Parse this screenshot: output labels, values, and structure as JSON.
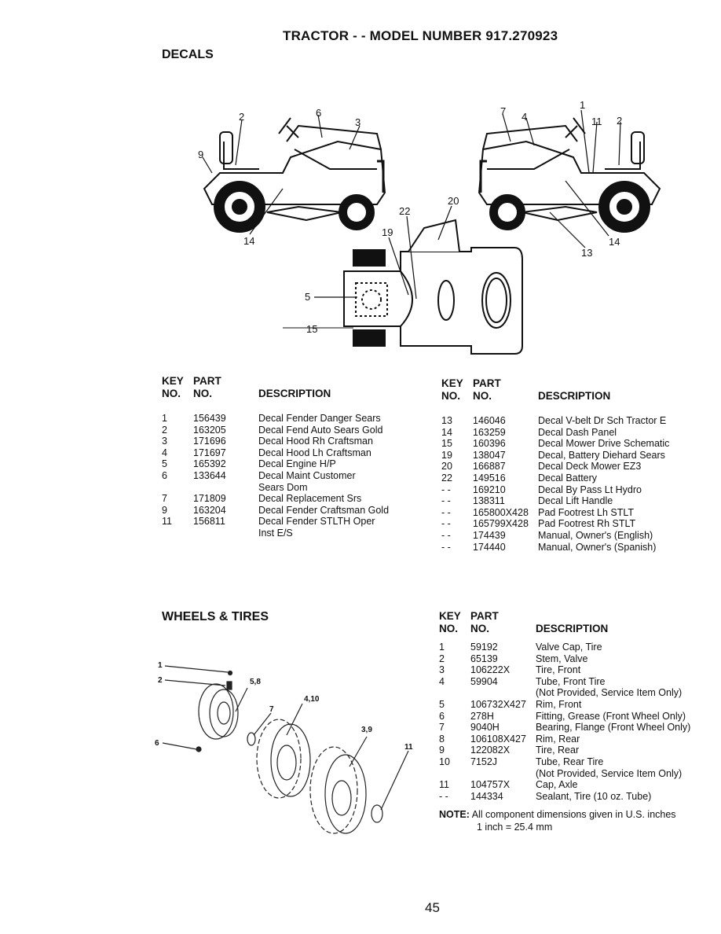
{
  "page_title": "TRACTOR - - MODEL NUMBER 917.270923",
  "decals": {
    "heading": "DECALS",
    "header": {
      "key": "KEY",
      "part": "PART",
      "no1": "NO.",
      "no2": "NO.",
      "desc": "DESCRIPTION"
    },
    "callouts": {
      "left_view": [
        "2",
        "6",
        "3",
        "9",
        "14"
      ],
      "right_view": [
        "7",
        "4",
        "1",
        "11",
        "2",
        "14",
        "13"
      ],
      "top_view": [
        "20",
        "22",
        "19",
        "5",
        "15"
      ]
    },
    "left_rows": [
      {
        "key": "1",
        "part": "156439",
        "desc": "Decal Fender Danger Sears"
      },
      {
        "key": "2",
        "part": "163205",
        "desc": "Decal Fend Auto Sears Gold"
      },
      {
        "key": "3",
        "part": "171696",
        "desc": "Decal Hood Rh Craftsman"
      },
      {
        "key": "4",
        "part": "171697",
        "desc": "Decal Hood Lh Craftsman"
      },
      {
        "key": "5",
        "part": "165392",
        "desc": "Decal Engine H/P"
      },
      {
        "key": "6",
        "part": "133644",
        "desc": "Decal Maint Customer"
      },
      {
        "key": "",
        "part": "",
        "desc": "Sears Dom"
      },
      {
        "key": "7",
        "part": "171809",
        "desc": "Decal Replacement Srs"
      },
      {
        "key": "9",
        "part": "163204",
        "desc": "Decal Fender Craftsman Gold"
      },
      {
        "key": "11",
        "part": "156811",
        "desc": "Decal Fender STLTH Oper"
      },
      {
        "key": "",
        "part": "",
        "desc": "Inst E/S"
      }
    ],
    "right_rows": [
      {
        "key": "13",
        "part": "146046",
        "desc": "Decal V-belt Dr Sch Tractor E"
      },
      {
        "key": "14",
        "part": "163259",
        "desc": "Decal Dash Panel"
      },
      {
        "key": "15",
        "part": "160396",
        "desc": "Decal Mower Drive Schematic"
      },
      {
        "key": "19",
        "part": "138047",
        "desc": "Decal, Battery Diehard Sears"
      },
      {
        "key": "20",
        "part": "166887",
        "desc": "Decal Deck Mower EZ3"
      },
      {
        "key": "22",
        "part": "149516",
        "desc": "Decal Battery"
      },
      {
        "key": "- -",
        "part": "169210",
        "desc": "Decal By Pass Lt Hydro"
      },
      {
        "key": "- -",
        "part": "138311",
        "desc": "Decal Lift Handle"
      },
      {
        "key": "- -",
        "part": "165800X428",
        "desc": "Pad Footrest Lh STLT"
      },
      {
        "key": "- -",
        "part": "165799X428",
        "desc": "Pad Footrest Rh STLT"
      },
      {
        "key": "- -",
        "part": "174439",
        "desc": "Manual, Owner's (English)"
      },
      {
        "key": "- -",
        "part": "174440",
        "desc": "Manual, Owner's (Spanish)"
      }
    ]
  },
  "wheels": {
    "heading": "WHEELS & TIRES",
    "header": {
      "key": "KEY",
      "part": "PART",
      "no1": "NO.",
      "no2": "NO.",
      "desc": "DESCRIPTION"
    },
    "callouts": [
      "1",
      "2",
      "5,8",
      "4,10",
      "7",
      "3,9",
      "11",
      "6"
    ],
    "rows": [
      {
        "key": "1",
        "part": "59192",
        "desc": "Valve Cap, Tire"
      },
      {
        "key": "2",
        "part": "65139",
        "desc": "Stem, Valve"
      },
      {
        "key": "3",
        "part": "106222X",
        "desc": "Tire, Front"
      },
      {
        "key": "4",
        "part": "59904",
        "desc": "Tube, Front Tire"
      },
      {
        "key": "",
        "part": "",
        "desc": "(Not Provided, Service Item Only)"
      },
      {
        "key": "5",
        "part": "106732X427",
        "desc": "Rim, Front"
      },
      {
        "key": "6",
        "part": "278H",
        "desc": "Fitting, Grease (Front Wheel Only)"
      },
      {
        "key": "7",
        "part": "9040H",
        "desc": "Bearing, Flange (Front Wheel Only)"
      },
      {
        "key": "8",
        "part": "106108X427",
        "desc": "Rim, Rear"
      },
      {
        "key": "9",
        "part": "122082X",
        "desc": "Tire, Rear"
      },
      {
        "key": "10",
        "part": "7152J",
        "desc": "Tube, Rear Tire"
      },
      {
        "key": "",
        "part": "",
        "desc": "(Not Provided, Service Item Only)"
      },
      {
        "key": "11",
        "part": "104757X",
        "desc": "Cap, Axle"
      },
      {
        "key": "- -",
        "part": "144334",
        "desc": "Sealant, Tire (10 oz. Tube)"
      }
    ],
    "note_label": "NOTE:",
    "note_text": "All component dimensions given in U.S. inches",
    "note_line2": "1 inch = 25.4 mm"
  },
  "page_number": "45"
}
